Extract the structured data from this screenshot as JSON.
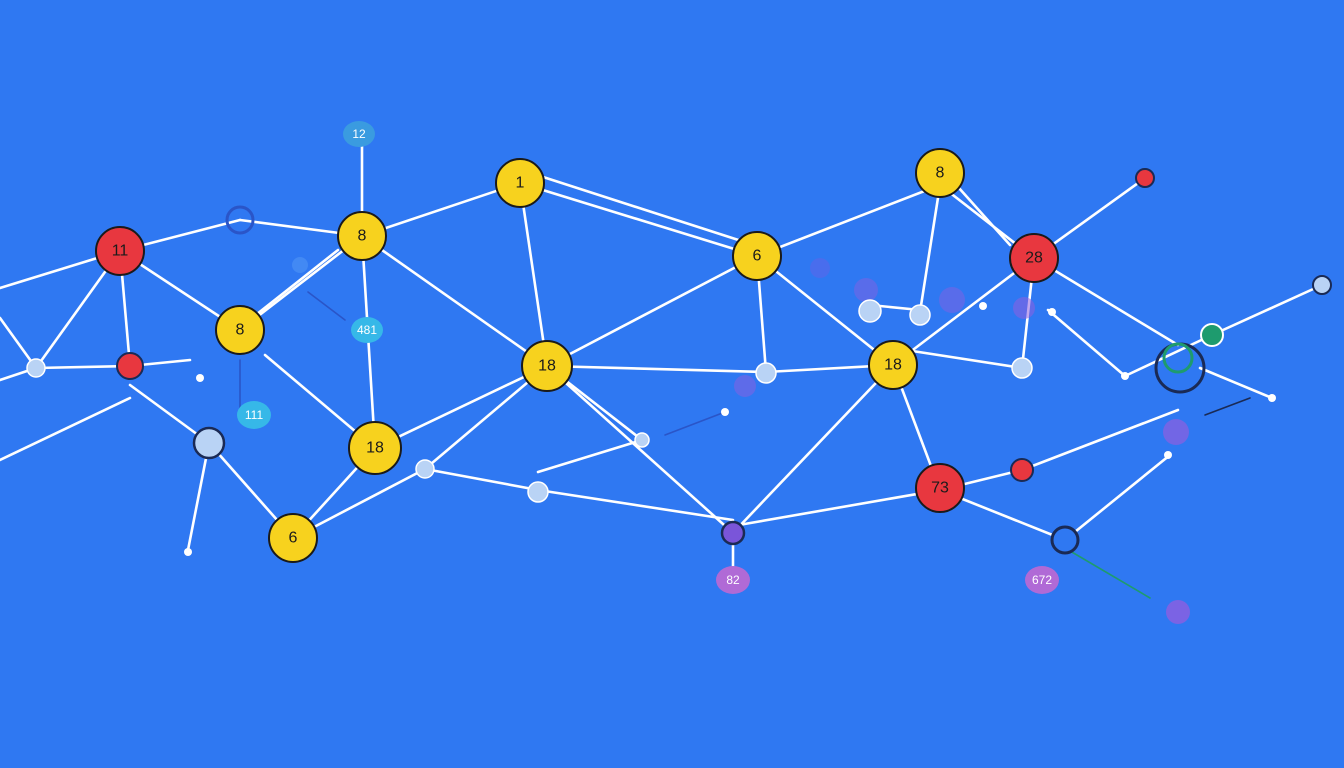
{
  "colors": {
    "background": "#2f78f2",
    "edge": "#ffffff",
    "hub_yellow": "#f7d21e",
    "node_red": "#e8373f",
    "node_light": "#b9d3f5",
    "node_purple": "#7a55d9",
    "node_teal": "#1e9b6e",
    "tag_cyan": "#36b8e8",
    "tag_purple": "#b06ad6",
    "tag_blue": "#3a9be0",
    "outline_dark": "#1a2a55",
    "faint_purple": "#8e5ee0"
  },
  "labeled_nodes": [
    {
      "id": "n1",
      "label": "11",
      "kind": "red"
    },
    {
      "id": "n2",
      "label": "8",
      "kind": "yellow"
    },
    {
      "id": "n3",
      "label": "1",
      "kind": "yellow"
    },
    {
      "id": "n4",
      "label": "8",
      "kind": "yellow"
    },
    {
      "id": "n5",
      "label": "6",
      "kind": "yellow"
    },
    {
      "id": "n6",
      "label": "28",
      "kind": "red"
    },
    {
      "id": "n7",
      "label": "8",
      "kind": "yellow"
    },
    {
      "id": "n8",
      "label": "18",
      "kind": "yellow"
    },
    {
      "id": "n9",
      "label": "18",
      "kind": "yellow"
    },
    {
      "id": "n10",
      "label": "18",
      "kind": "yellow"
    },
    {
      "id": "n11",
      "label": "6",
      "kind": "yellow"
    },
    {
      "id": "n12",
      "label": "73",
      "kind": "red"
    }
  ],
  "tags": [
    {
      "id": "t1",
      "label": "12",
      "kind": "blue"
    },
    {
      "id": "t2",
      "label": "481",
      "kind": "cyan"
    },
    {
      "id": "t3",
      "label": "111",
      "kind": "cyan"
    },
    {
      "id": "t4",
      "label": "82",
      "kind": "purple"
    },
    {
      "id": "t5",
      "label": "672",
      "kind": "purple"
    }
  ]
}
